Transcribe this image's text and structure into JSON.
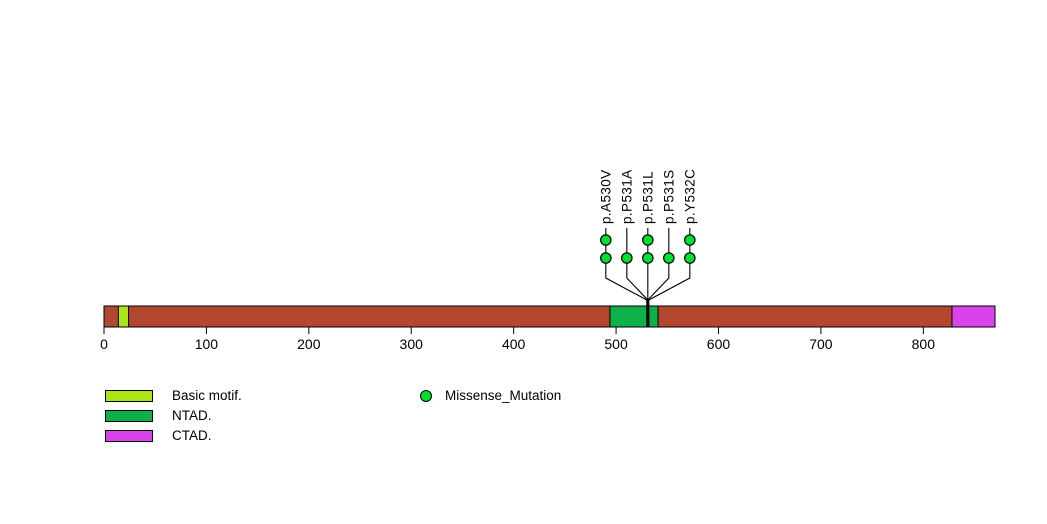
{
  "chart_data": {
    "type": "lollipop",
    "title": "",
    "protein_length": 870,
    "xlim": [
      0,
      870
    ],
    "x_ticks": [
      0,
      100,
      200,
      300,
      400,
      500,
      600,
      700,
      800
    ],
    "bar_color": "#b2472e",
    "outline_color": "#000000",
    "domains": [
      {
        "label": "Basic motif.",
        "start": 14,
        "end": 24,
        "color": "#a9e518"
      },
      {
        "label": "NTAD.",
        "start": 494,
        "end": 541,
        "color": "#0eb04a"
      },
      {
        "label": "CTAD.",
        "start": 828,
        "end": 870,
        "color": "#d943ec"
      }
    ],
    "mutations": [
      {
        "label": "p.A530V",
        "position": 530,
        "count": 2,
        "type": "Missense_Mutation"
      },
      {
        "label": "p.P531A",
        "position": 531,
        "count": 1,
        "type": "Missense_Mutation"
      },
      {
        "label": "p.P531L",
        "position": 531,
        "count": 2,
        "type": "Missense_Mutation"
      },
      {
        "label": "p.P531S",
        "position": 531,
        "count": 1,
        "type": "Missense_Mutation"
      },
      {
        "label": "p.Y532C",
        "position": 532,
        "count": 2,
        "type": "Missense_Mutation"
      }
    ],
    "mutation_type_legend": {
      "label": "Missense_Mutation",
      "color": "#00e02c"
    },
    "legend_position": "bottom-left",
    "grid": false
  }
}
